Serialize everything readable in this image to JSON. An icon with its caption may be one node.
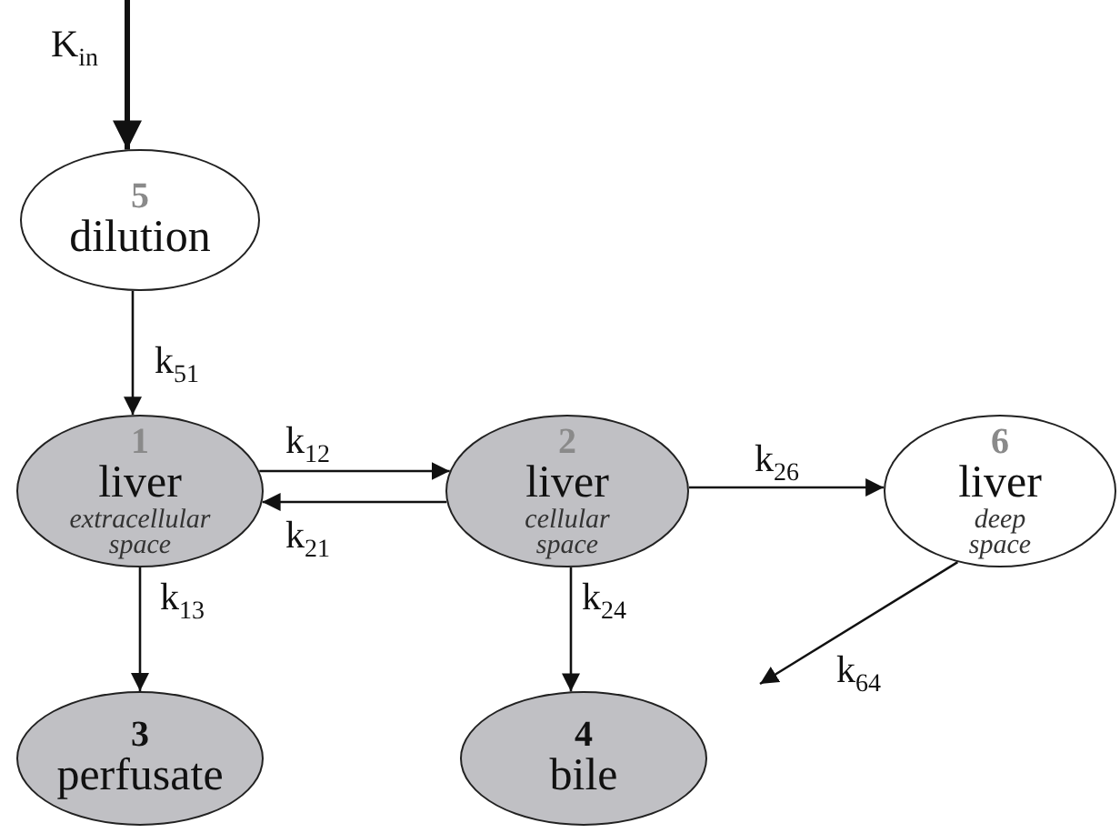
{
  "diagram": {
    "nodes": [
      {
        "text": [
          "5",
          "dilution"
        ]
      },
      {
        "text": [
          "1",
          "liver",
          "extracellular space"
        ]
      },
      {
        "text": [
          "2",
          "liver",
          "cellular space"
        ]
      },
      {
        "text": [
          "6",
          "liver",
          "deep space"
        ]
      },
      {
        "text": [
          "3",
          "perfusate"
        ]
      },
      {
        "text": [
          "4",
          "bile"
        ]
      }
    ],
    "edges": [
      {
        "from": null,
        "to": 0,
        "arrow": "to",
        "label": "K$_{in}$",
        "style": "thick"
      },
      {
        "from": 0,
        "to": 1,
        "arrow": "to",
        "label": "k$_{51}$"
      },
      {
        "from": 1,
        "to": 2,
        "arrow": "to",
        "label": "k$_{12}$"
      },
      {
        "from": 2,
        "to": 1,
        "arrow": "to",
        "label": "k$_{21}$"
      },
      {
        "from": 2,
        "to": 3,
        "arrow": "to",
        "label": "k$_{26}$"
      },
      {
        "from": 1,
        "to": 4,
        "arrow": "to",
        "label": "k$_{13}$"
      },
      {
        "from": 2,
        "to": 5,
        "arrow": "to",
        "label": "k$_{24}$"
      },
      {
        "from": 3,
        "to": null,
        "arrow": "to",
        "label": "k$_{64}$"
      }
    ]
  }
}
